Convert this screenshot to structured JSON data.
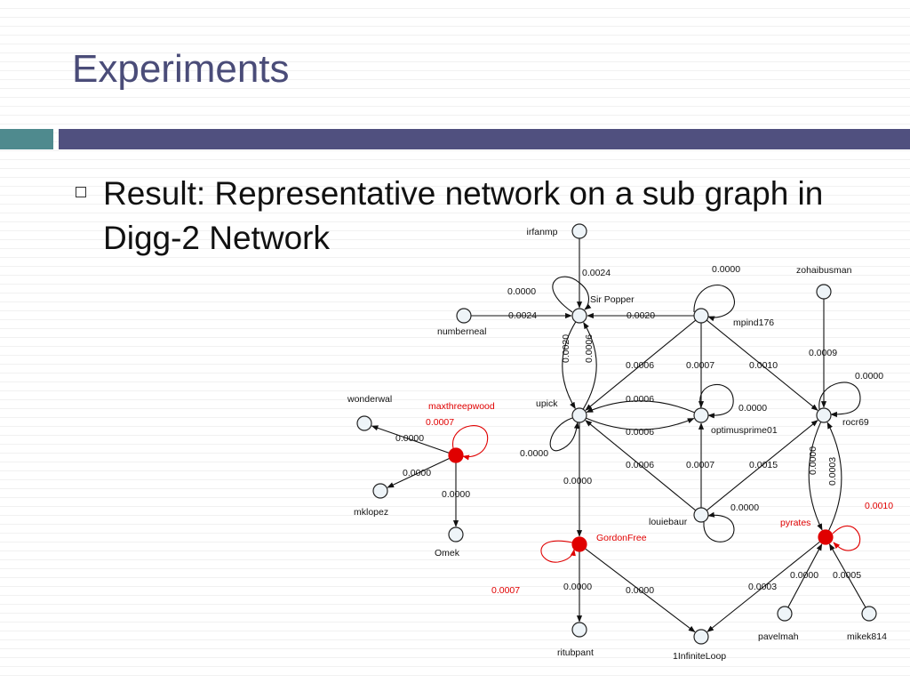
{
  "slide": {
    "title": "Experiments",
    "bullet": "Result: Representative network on a sub graph in Digg-2 Network"
  },
  "icons": {
    "bullet": "hollow-square-bullet-icon"
  },
  "colors": {
    "title": "#4a4c78",
    "accent_bar": "#50507f",
    "accent_bar_small": "#4f8a8e",
    "highlight": "#e00000"
  },
  "network": {
    "nodes": [
      {
        "id": "irfanmp",
        "label": "irfanmp",
        "highlight": false
      },
      {
        "id": "sirpopper",
        "label": "Sir Popper",
        "highlight": false
      },
      {
        "id": "numberneal",
        "label": "numberneal",
        "highlight": false
      },
      {
        "id": "mpind176",
        "label": "mpind176",
        "highlight": false
      },
      {
        "id": "zohaibusman",
        "label": "zohaibusman",
        "highlight": false
      },
      {
        "id": "upick",
        "label": "upick",
        "highlight": false
      },
      {
        "id": "optimusprime01",
        "label": "optimusprime01",
        "highlight": false
      },
      {
        "id": "rocr69",
        "label": "rocr69",
        "highlight": false
      },
      {
        "id": "wonderwal",
        "label": "wonderwal",
        "highlight": false
      },
      {
        "id": "maxthreepwood",
        "label": "maxthreepwood",
        "highlight": true
      },
      {
        "id": "mklopez",
        "label": "mklopez",
        "highlight": false
      },
      {
        "id": "omek",
        "label": "Omek",
        "highlight": false
      },
      {
        "id": "louiebaur",
        "label": "louiebaur",
        "highlight": false
      },
      {
        "id": "gordonfree",
        "label": "GordonFree",
        "highlight": true
      },
      {
        "id": "pyrates",
        "label": "pyrates",
        "highlight": true
      },
      {
        "id": "ritubpant",
        "label": "ritubpant",
        "highlight": false
      },
      {
        "id": "1infiniteloop",
        "label": "1InfiniteLoop",
        "highlight": false
      },
      {
        "id": "pavelmah",
        "label": "pavelmah",
        "highlight": false
      },
      {
        "id": "mikek814",
        "label": "mikek814",
        "highlight": false
      }
    ],
    "edges": [
      {
        "from": "irfanmp",
        "to": "sirpopper",
        "weight": "0.0024"
      },
      {
        "from": "numberneal",
        "to": "sirpopper",
        "weight": "0.0024"
      },
      {
        "from": "mpind176",
        "to": "sirpopper",
        "weight": "0.0020"
      },
      {
        "from": "sirpopper",
        "to": "upick",
        "weight": "0.0020"
      },
      {
        "from": "upick",
        "to": "sirpopper",
        "weight": "0.0006"
      },
      {
        "from": "mpind176",
        "to": "upick",
        "weight": "0.0006"
      },
      {
        "from": "mpind176",
        "to": "optimusprime01",
        "weight": "0.0007"
      },
      {
        "from": "mpind176",
        "to": "rocr69",
        "weight": "0.0010"
      },
      {
        "from": "zohaibusman",
        "to": "rocr69",
        "weight": "0.0009"
      },
      {
        "from": "optimusprime01",
        "to": "upick",
        "weight": "0.0006"
      },
      {
        "from": "upick",
        "to": "optimusprime01",
        "weight": "0.0006"
      },
      {
        "from": "louiebaur",
        "to": "upick",
        "weight": "0.0006"
      },
      {
        "from": "louiebaur",
        "to": "optimusprime01",
        "weight": "0.0007"
      },
      {
        "from": "louiebaur",
        "to": "rocr69",
        "weight": "0.0015"
      },
      {
        "from": "rocr69",
        "to": "pyrates",
        "weight": "0.0000"
      },
      {
        "from": "pyrates",
        "to": "rocr69",
        "weight": "0.0003"
      },
      {
        "from": "maxthreepwood",
        "to": "wonderwal",
        "weight": "0.0000"
      },
      {
        "from": "maxthreepwood",
        "to": "mklopez",
        "weight": "0.0000"
      },
      {
        "from": "maxthreepwood",
        "to": "omek",
        "weight": "0.0000"
      },
      {
        "from": "upick",
        "to": "gordonfree",
        "weight": "0.0000"
      },
      {
        "from": "gordonfree",
        "to": "ritubpant",
        "weight": "0.0000"
      },
      {
        "from": "gordonfree",
        "to": "1infiniteloop",
        "weight": "0.0000"
      },
      {
        "from": "pyrates",
        "to": "1infiniteloop",
        "weight": "0.0003"
      },
      {
        "from": "pavelmah",
        "to": "pyrates",
        "weight": "0.0000"
      },
      {
        "from": "mikek814",
        "to": "pyrates",
        "weight": "0.0005"
      }
    ],
    "self_loops": [
      {
        "node": "sirpopper",
        "weight": "0.0000",
        "highlight": false
      },
      {
        "node": "mpind176",
        "weight": "0.0000",
        "highlight": false
      },
      {
        "node": "optimusprime01",
        "weight": "0.0000",
        "highlight": false
      },
      {
        "node": "rocr69",
        "weight": "0.0000",
        "highlight": false
      },
      {
        "node": "upick",
        "weight": "0.0000",
        "highlight": false
      },
      {
        "node": "louiebaur",
        "weight": "0.0000",
        "highlight": false
      },
      {
        "node": "maxthreepwood",
        "weight": "0.0007",
        "highlight": true
      },
      {
        "node": "gordonfree",
        "weight": "0.0007",
        "highlight": true
      },
      {
        "node": "pyrates",
        "weight": "0.0010",
        "highlight": true
      }
    ]
  }
}
